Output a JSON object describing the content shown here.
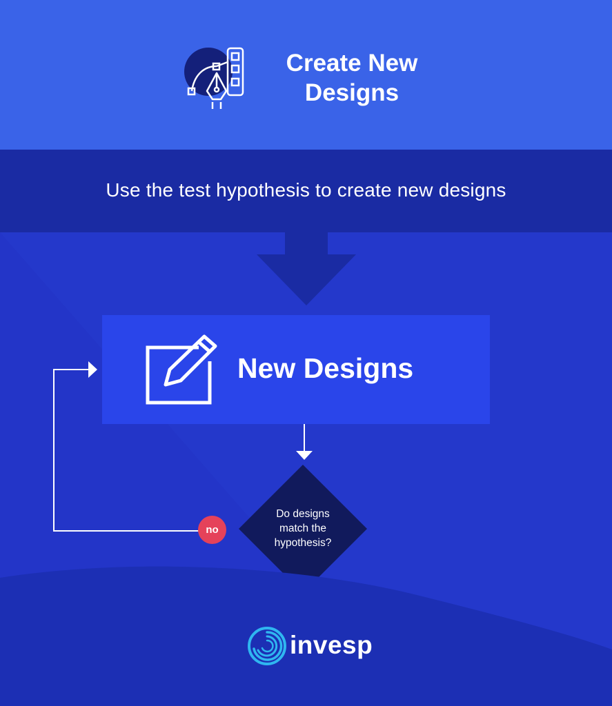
{
  "header": {
    "title": "Create New\nDesigns",
    "icon": "design-pen-tool-icon"
  },
  "subtitle": {
    "text": "Use the test hypothesis to create new designs"
  },
  "process": {
    "label": "New Designs",
    "icon": "edit-pencil-icon"
  },
  "decision": {
    "question": "Do designs\nmatch the\nhypothesis?"
  },
  "branch": {
    "no_label": "no"
  },
  "brand": {
    "name": "invesp",
    "icon": "invesp-swirl-logo"
  },
  "colors": {
    "header_bg": "#3a63e8",
    "band_bg": "#1a2ba3",
    "page_bg": "#2335c8",
    "box_bg": "#2a45ea",
    "diamond_bg": "#111a5c",
    "no_badge": "#e5425a",
    "logo_accent": "#2fb6f0"
  }
}
